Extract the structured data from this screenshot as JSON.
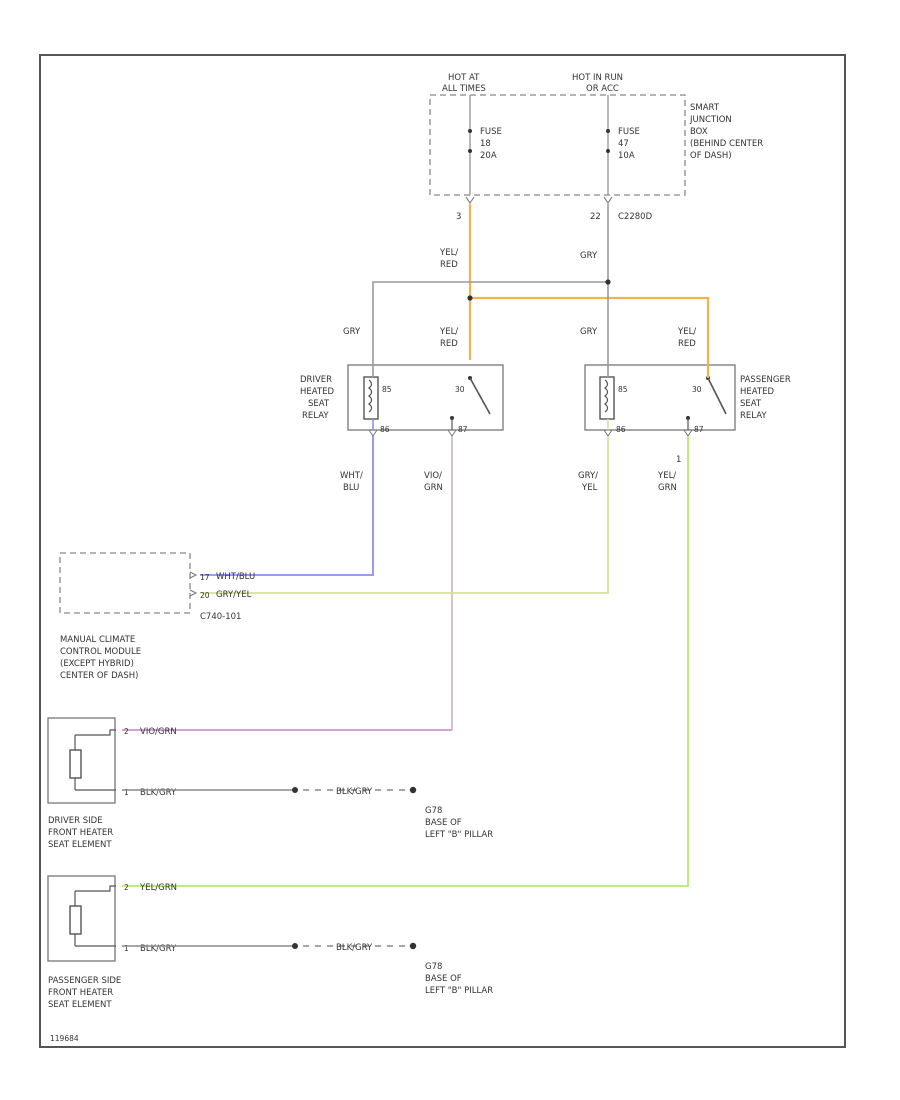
{
  "colors": {
    "gry": "#9a9a9a",
    "yel_red": "#f4b24a",
    "wht_blu": "#8e8ef0",
    "gry_yel": "#d9df9a",
    "vio_grn": "#d98cd9",
    "vio_grn_drop": "#c8b4c8",
    "yel_grn": "#b6ea6e",
    "blk_gry": "#8a8a8a"
  },
  "labels": {
    "hot_at_all_times": [
      "HOT AT",
      "ALL TIMES"
    ],
    "hot_in_run": [
      "HOT IN RUN",
      "OR ACC"
    ],
    "fuse_left": [
      "FUSE",
      "18",
      "20A"
    ],
    "fuse_right": [
      "FUSE",
      "47",
      "10A"
    ],
    "sjb": [
      "SMART",
      "JUNCTION",
      "BOX",
      "(BEHIND CENTER",
      "OF DASH)"
    ],
    "pin_left": "3",
    "pin_right": "22",
    "connector_right": "C2280D",
    "wire_yel_red_top": [
      "YEL/",
      "RED"
    ],
    "wire_gry_top": "GRY",
    "wire_gry_left": "GRY",
    "wire_yel_red_left": [
      "YEL/",
      "RED"
    ],
    "wire_gry_right": "GRY",
    "wire_yel_red_right": [
      "YEL/",
      "RED"
    ],
    "driver_relay": [
      "DRIVER",
      "HEATED",
      "SEAT",
      "RELAY"
    ],
    "passenger_relay": [
      "PASSENGER",
      "HEATED",
      "SEAT",
      "RELAY"
    ],
    "relay_pin_85": "85",
    "relay_pin_30": "30",
    "relay_pin_86": "86",
    "relay_pin_87": "87",
    "wire_wht_blu": [
      "WHT/",
      "BLU"
    ],
    "wire_vio_grn": [
      "VIO/",
      "GRN"
    ],
    "wire_gry_yel": [
      "GRY/",
      "YEL"
    ],
    "wire_yel_grn": [
      "YEL/",
      "GRN"
    ],
    "passenger_pin_1": "1",
    "mcc_pin_17": "17",
    "mcc_pin_20": "20",
    "mcc_wire_1": "WHT/BLU",
    "mcc_wire_2": "GRY/YEL",
    "mcc_connector": "C740-101",
    "mcc_module": [
      "MANUAL CLIMATE",
      "CONTROL MODULE",
      "(EXCEPT HYBRID)",
      "CENTER OF DASH)"
    ],
    "dse_pin_2": "2",
    "dse_pin_1": "1",
    "dse_wire_top": "VIO/GRN",
    "dse_wire_bot": "BLK/GRY",
    "ground_wire_1": "BLK/GRY",
    "ground_1": [
      "G78",
      "BASE OF",
      "LEFT \"B\" PILLAR"
    ],
    "driver_element": [
      "DRIVER SIDE",
      "FRONT HEATER",
      "SEAT ELEMENT"
    ],
    "pse_pin_2": "2",
    "pse_pin_1": "1",
    "pse_wire_top": "YEL/GRN",
    "pse_wire_bot": "BLK/GRY",
    "ground_wire_2": "BLK/GRY",
    "ground_2": [
      "G78",
      "BASE OF",
      "LEFT \"B\" PILLAR"
    ],
    "passenger_element": [
      "PASSENGER SIDE",
      "FRONT HEATER",
      "SEAT ELEMENT"
    ],
    "figure_id": "119684"
  }
}
